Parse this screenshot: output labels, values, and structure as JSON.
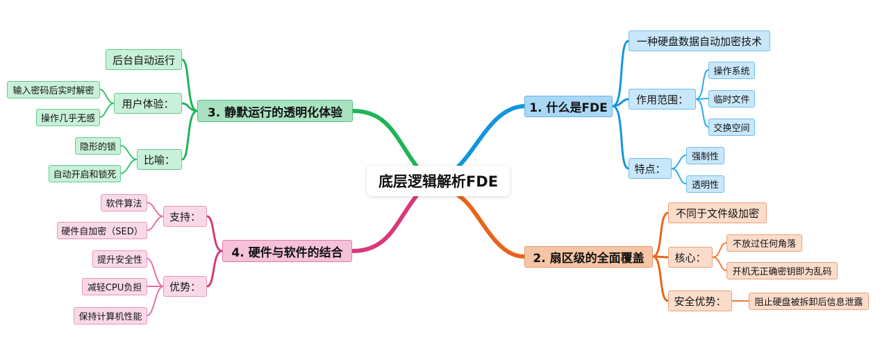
{
  "root": "底层逻辑解析FDE",
  "colors": {
    "blue": "#1296db",
    "orange": "#e8641b",
    "green": "#1fb45a",
    "pink": "#d9387a"
  },
  "branches": {
    "fde": {
      "title": "1. 什么是FDE",
      "definition": "一种硬盘数据自动加密技术",
      "scope": {
        "label": "作用范围：",
        "items": [
          "操作系统",
          "临时文件",
          "交换空间"
        ]
      },
      "features": {
        "label": "特点：",
        "items": [
          "强制性",
          "透明性"
        ]
      }
    },
    "sector": {
      "title": "2. 扇区级的全面覆盖",
      "diff": "不同于文件级加密",
      "core": {
        "label": "核心：",
        "items": [
          "不放过任何角落",
          "开机无正确密钥即为乱码"
        ]
      },
      "security": {
        "label": "安全优势：",
        "items": [
          "阻止硬盘被拆卸后信息泄露"
        ]
      }
    },
    "silent": {
      "title": "3. 静默运行的透明化体验",
      "background": "后台自动运行",
      "ux": {
        "label": "用户体验：",
        "items": [
          "输入密码后实时解密",
          "操作几乎无感"
        ]
      },
      "metaphor": {
        "label": "比喻：",
        "items": [
          "隐形的锁",
          "自动开启和锁死"
        ]
      }
    },
    "hwsw": {
      "title": "4. 硬件与软件的结合",
      "support": {
        "label": "支持：",
        "items": [
          "软件算法",
          "硬件自加密（SED）"
        ]
      },
      "advantage": {
        "label": "优势：",
        "items": [
          "提升安全性",
          "减轻CPU负担",
          "保持计算机性能"
        ]
      }
    }
  }
}
